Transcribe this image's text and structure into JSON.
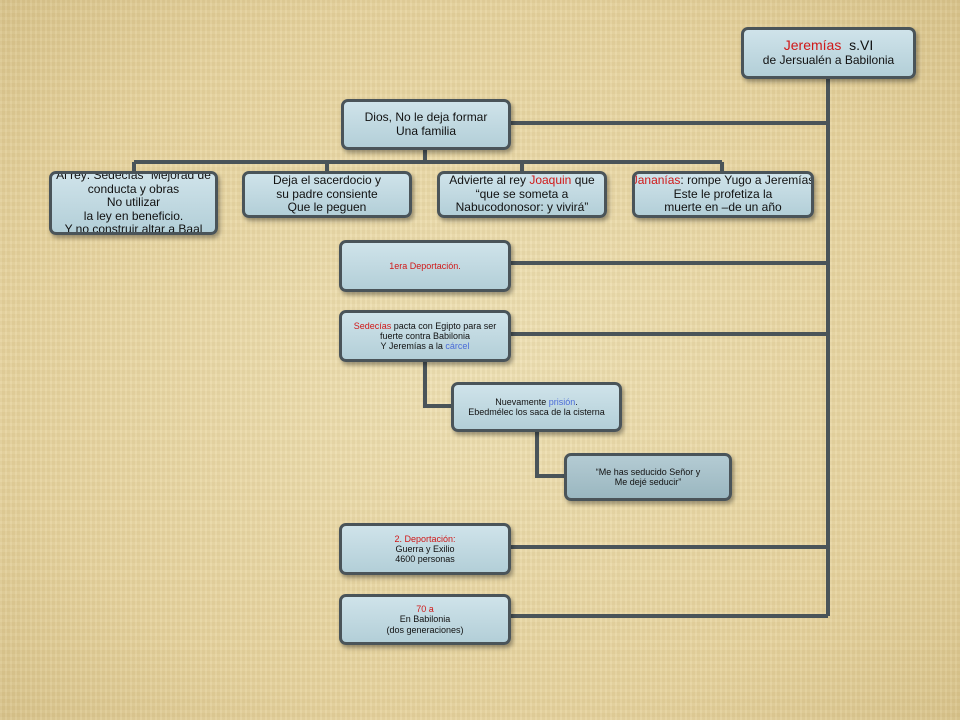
{
  "root": {
    "name": "Jeremías",
    "century": "s.VI",
    "subtitle": "de Jersualén a Babilonia"
  },
  "familia": {
    "line1": "Dios, No le deja formar",
    "line2": "Una familia"
  },
  "sedecias_box": {
    "line1": "Al rey: Sedecías “Mejorad de",
    "line2": "conducta y obras",
    "line3": "No utilizar",
    "line4": "la ley en beneficio.",
    "line5": "Y no construir altar a Baal"
  },
  "sacerdocio": {
    "line1": "Deja el sacerdocio y",
    "line2": "su padre consiente",
    "line3": "Que le peguen"
  },
  "joaquin": {
    "prefix": "Advierte al rey ",
    "name": "Joaquin",
    "suffix": " que",
    "line2": "“que se someta a",
    "line3": "Nabucodonosor: y vivirá”"
  },
  "jananias": {
    "name": "Jananías",
    "rest": ": rompe Yugo a Jeremías",
    "line2": "Este le profetiza la",
    "line3": "muerte en –de un año"
  },
  "deportacion1": {
    "label": "1era Deportación."
  },
  "pacto": {
    "name": "Sedecías",
    "rest": " pacta con Egipto para ser",
    "line2": "fuerte contra Babilonia",
    "line3_prefix": "Y Jeremías a la ",
    "line3_word": "cárcel"
  },
  "prision": {
    "prefix": "Nuevamente ",
    "word": "prisión",
    "suffix": ".",
    "line2": "Ebedmélec los saca de la cisterna"
  },
  "seducido": {
    "line1": "“Me has seducido Señor y",
    "line2": "Me dejé seducir”"
  },
  "deportacion2": {
    "title": "2. Deportación:",
    "line2": "Guerra y Exilio",
    "line3": "4600 personas"
  },
  "babilonia": {
    "title": "70 a",
    "line2": "En Babilonia",
    "line3": "(dos generaciones)"
  },
  "colors": {
    "connector": "#4a5459",
    "box_fill": "#c6dde5",
    "accent_red": "#d01818",
    "accent_blue": "#4a6bd8"
  }
}
